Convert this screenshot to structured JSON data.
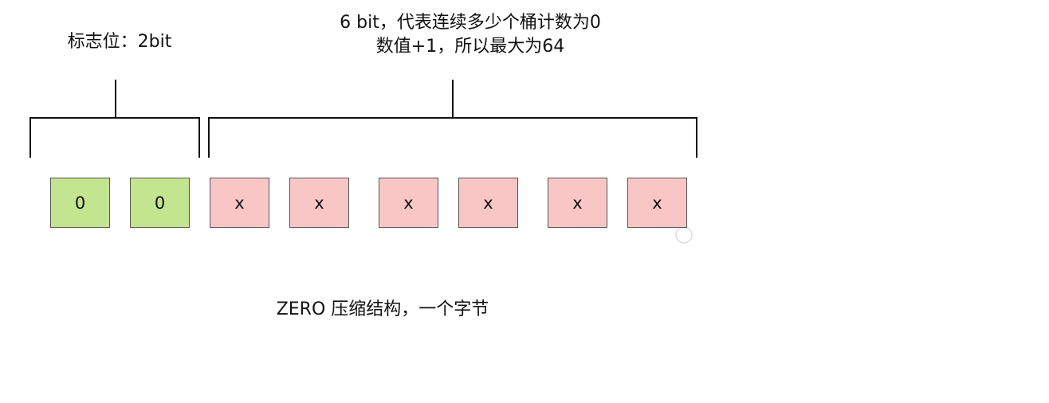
{
  "flag_label": "标志位：2bit",
  "desc_label_line1": "6 bit，代表连续多少个桶计数为0",
  "desc_label_line2": "数值+1，所以最大为64",
  "caption": "ZERO 压缩结构，一个字节",
  "bits": [
    {
      "value": "0",
      "kind": "flag"
    },
    {
      "value": "0",
      "kind": "flag"
    },
    {
      "value": "x",
      "kind": "data"
    },
    {
      "value": "x",
      "kind": "data"
    },
    {
      "value": "x",
      "kind": "data"
    },
    {
      "value": "x",
      "kind": "data"
    },
    {
      "value": "x",
      "kind": "data"
    },
    {
      "value": "x",
      "kind": "data"
    }
  ],
  "colors": {
    "flag": "#c3e58f",
    "data": "#f9c6c6",
    "line": "#111111"
  }
}
